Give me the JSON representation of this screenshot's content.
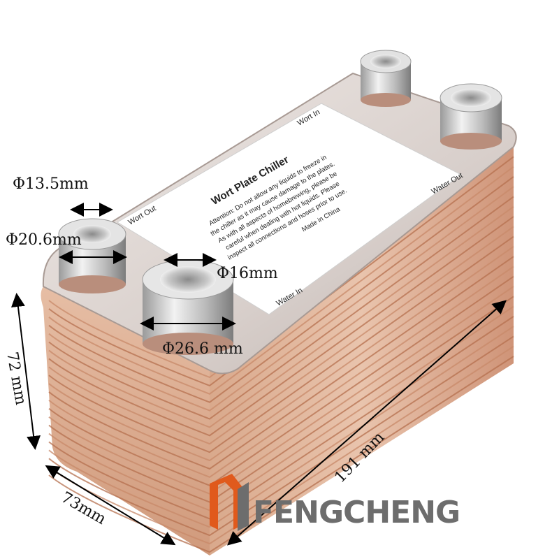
{
  "product": {
    "label_title": "Wort Plate Chiller",
    "port_wort_out": "Wort Out",
    "port_wort_in": "Wort In",
    "port_water_out": "Water Out",
    "port_water_in": "Water In",
    "warning_lines": [
      "Attention: Do not allow any liquids to freeze in",
      "the chiller as it may cause damage to the plates.",
      "As with all aspects of homebrewing, please be",
      "careful when dealing with hot liquids. Please",
      "inspect all connections and hoses prior to use.",
      "Made in China"
    ]
  },
  "dimensions": {
    "inner_diameter_small": "Φ13.5mm",
    "outer_diameter_small": "Φ20.6mm",
    "inner_diameter_large": "Φ16mm",
    "outer_diameter_large": "Φ26.6 mm",
    "height": "72 mm",
    "width": "73mm",
    "length": "191 mm"
  },
  "brand": {
    "name": "FENGCHENG",
    "colors": {
      "orange": "#e05a1c",
      "gray": "#6d6d6d"
    }
  }
}
